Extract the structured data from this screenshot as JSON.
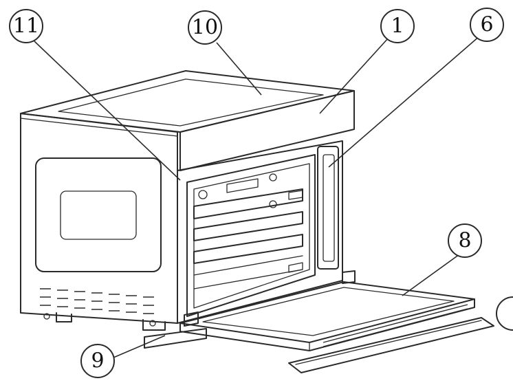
{
  "callouts": [
    {
      "id": "callout-11",
      "label": "11"
    },
    {
      "id": "callout-10",
      "label": "10"
    },
    {
      "id": "callout-1",
      "label": "1"
    },
    {
      "id": "callout-6",
      "label": "6"
    },
    {
      "id": "callout-8",
      "label": "8"
    },
    {
      "id": "callout-9",
      "label": "9"
    }
  ],
  "colors": {
    "line": "#2a2a2a",
    "background": "#ffffff"
  }
}
